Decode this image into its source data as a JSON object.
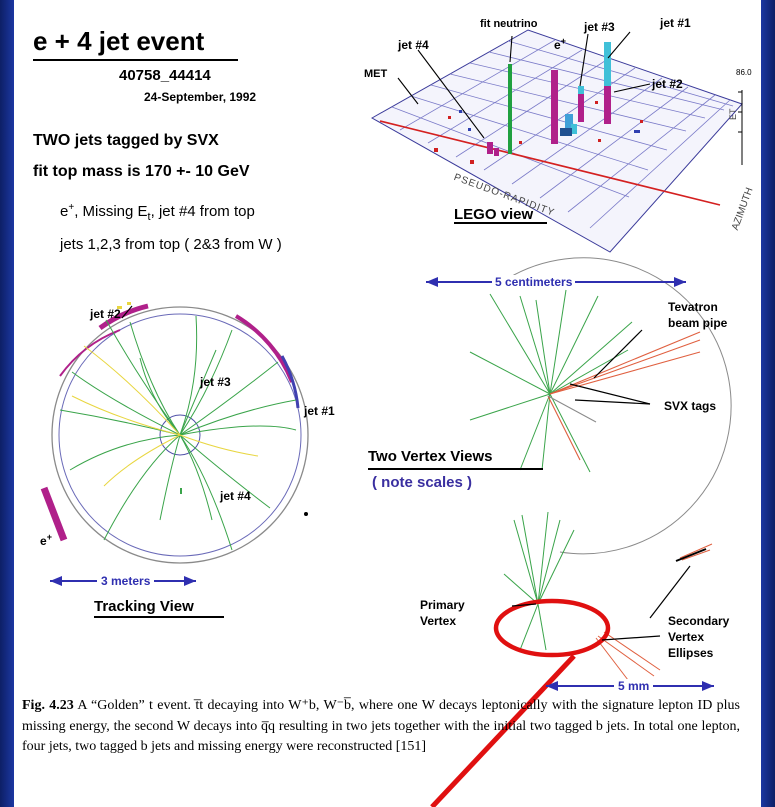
{
  "colors": {
    "background": "#2546c4",
    "panel": "#ffffff",
    "accent_blue": "#3a2fa0",
    "track_green": "#3aa44a",
    "track_yellow": "#e8d640",
    "magenta": "#b0208a",
    "red_annotation": "#e01010"
  },
  "header": {
    "title": "e + 4 jet event",
    "run_event": "40758_44414",
    "date": "24-September, 1992",
    "line1": "TWO jets tagged by SVX",
    "line2": "fit top mass is 170 +- 10 GeV",
    "line3_a": "e",
    "line3_sup": "+",
    "line3_b": ", Missing E",
    "line3_sub": "t",
    "line3_c": ", jet #4 from top",
    "line4": "jets 1,2,3 from top  ( 2&3 from W )"
  },
  "lego": {
    "fit_neutrino": "fit neutrino",
    "jet3": "jet #3",
    "jet1": "jet #1",
    "jet4": "jet #4",
    "jet2": "jet #2",
    "e_plus": "e",
    "e_plus_sup": "+",
    "met": "MET",
    "scale_value": "86.0",
    "pseudo": "PSEUDO-RAPIDITY",
    "azimuth": "AZIMUTH",
    "et": "ET",
    "caption": "LEGO view"
  },
  "tracking": {
    "jet2": "jet #2",
    "jet3": "jet #3",
    "jet1": "jet #1",
    "jet4": "jet #4",
    "e_plus": "e",
    "e_plus_sup": "+",
    "scale": "3 meters",
    "caption": "Tracking View"
  },
  "vertex": {
    "scale_top": "5 centimeters",
    "tevatron1": "Tevatron",
    "tevatron2": "beam pipe",
    "svx": "SVX tags",
    "title": "Two Vertex Views",
    "subtitle": "( note scales )",
    "primary1": "Primary",
    "primary2": "Vertex",
    "secondary1": "Secondary",
    "secondary2": "Vertex",
    "secondary3": "Ellipses",
    "scale_bottom": "5 mm"
  },
  "caption": {
    "label": "Fig. 4.23",
    "text": "A “Golden” t event. t̅t decaying into W⁺b, W⁻b̅, where one W decays leptonically with the signature lepton ID plus missing energy, the second W decays into q̅q resulting in two jets together with the initial two tagged b jets. In total one lepton, four jets, two tagged b jets and missing energy were reconstructed [151]"
  }
}
